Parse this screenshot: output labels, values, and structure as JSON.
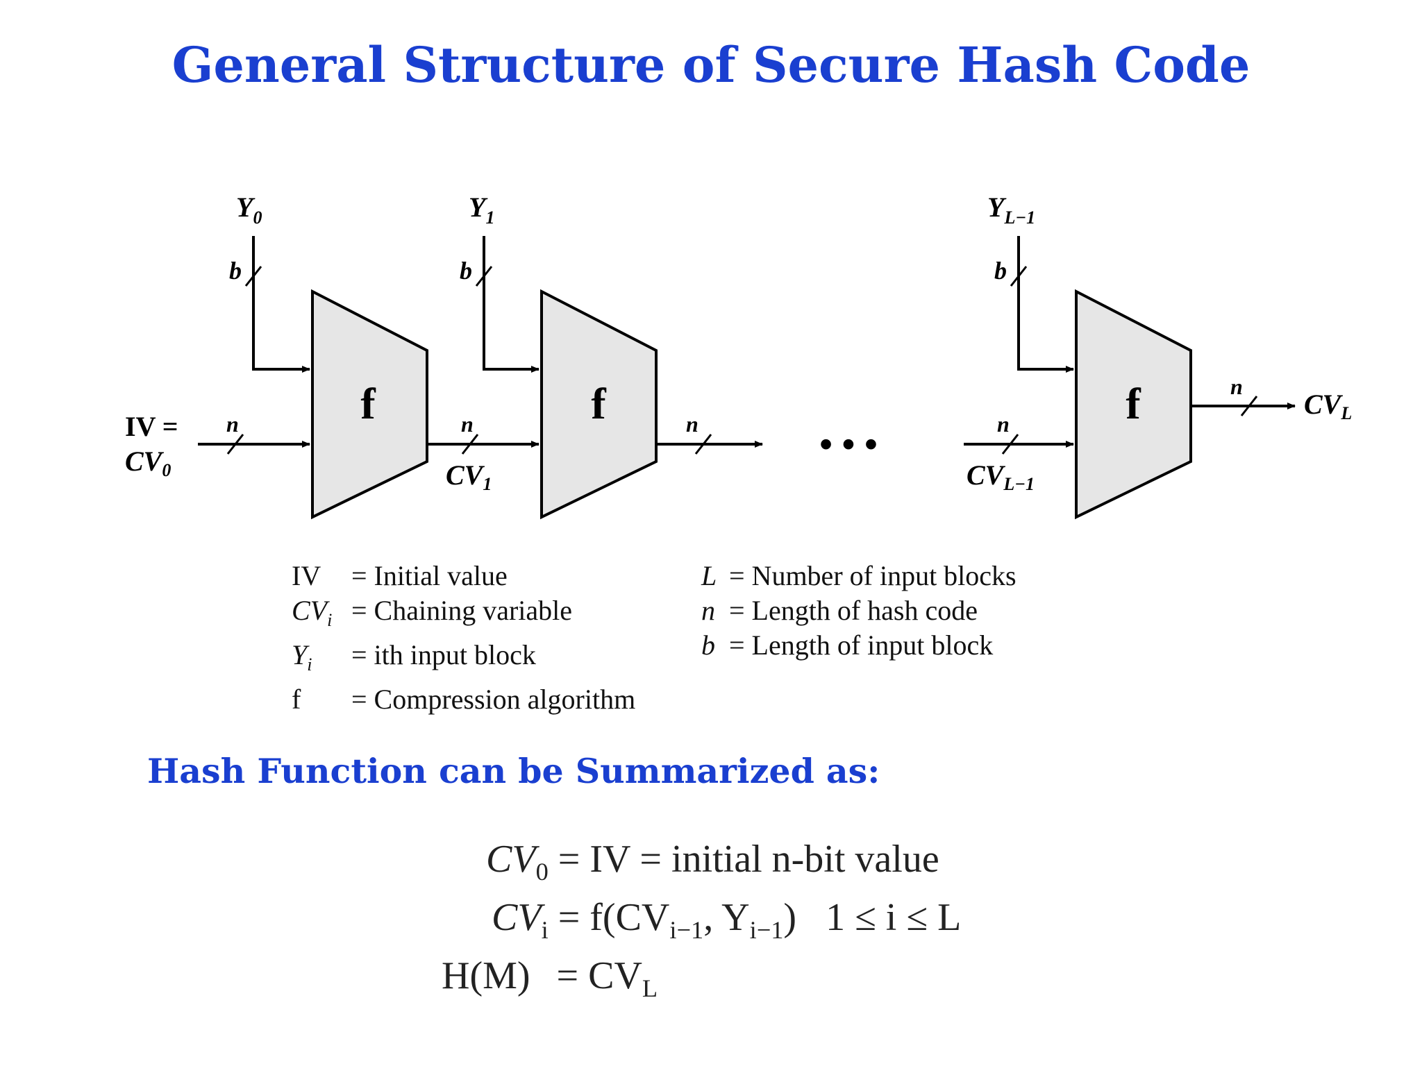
{
  "title": "General Structure of Secure Hash Code",
  "diagram": {
    "blocks": [
      {
        "label": "f",
        "input": "Y",
        "input_sub": "0",
        "width_label": "b"
      },
      {
        "label": "f",
        "input": "Y",
        "input_sub": "1",
        "width_label": "b"
      },
      {
        "label": "f",
        "input": "Y",
        "input_sub": "L−1",
        "width_label": "b"
      }
    ],
    "iv_line1": "IV =",
    "iv_line2_main": "CV",
    "iv_line2_sub": "0",
    "n_label": "n",
    "cv1_main": "CV",
    "cv1_sub": "1",
    "cvl1_main": "CV",
    "cvl1_sub": "L−1",
    "output_main": "CV",
    "output_sub": "L",
    "ellipsis": "• • •"
  },
  "legend_left": [
    {
      "key": "IV",
      "def": "= Initial value"
    },
    {
      "key": "CV",
      "key_sub": "i",
      "def": "= Chaining variable"
    },
    {
      "key": "Y",
      "key_sub": "i",
      "def": "= ith input block"
    },
    {
      "key": "f",
      "def": "= Compression algorithm"
    }
  ],
  "legend_right": [
    {
      "key": "L",
      "def": "= Number of input blocks"
    },
    {
      "key": "n",
      "def": "= Length of hash code"
    },
    {
      "key": "b",
      "def": "= Length of input block"
    }
  ],
  "summary_heading": "Hash Function can be Summarized as:",
  "equations": [
    {
      "lhs": "CV",
      "lhs_sub": "0",
      "rhs": "= IV = initial n-bit value"
    },
    {
      "lhs": "CV",
      "lhs_sub": "i",
      "rhs": "= f(CV",
      "rhs_sub1": "i−1",
      "rhs_mid": ", Y",
      "rhs_sub2": "i−1",
      "rhs_end": ")   1 ≤ i ≤ L"
    },
    {
      "lhs": "H(M)",
      "rhs": "= CV",
      "rhs_sub1": "L"
    }
  ]
}
